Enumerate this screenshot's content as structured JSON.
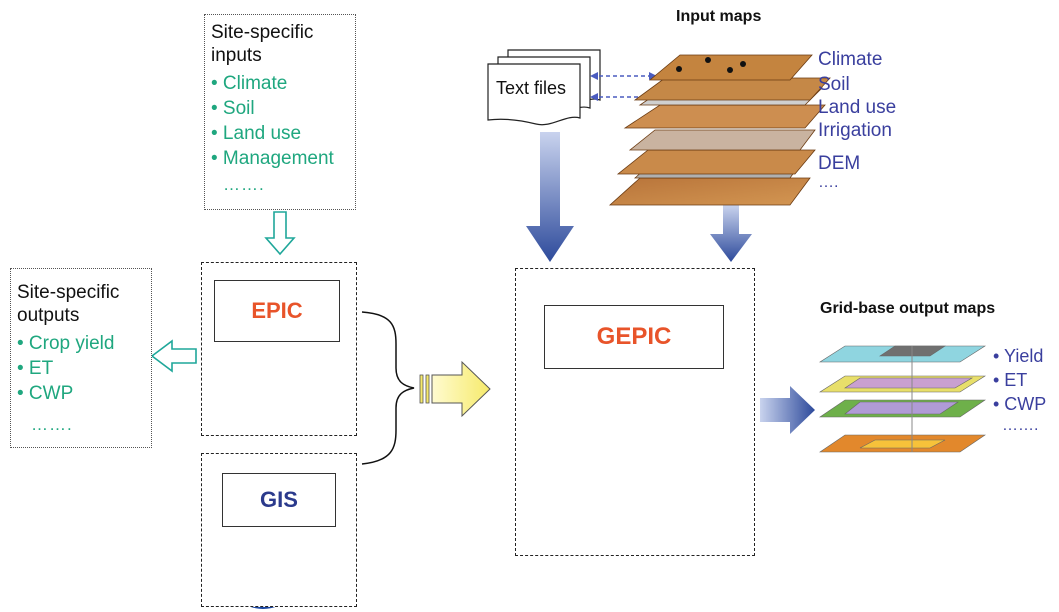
{
  "inputs_box": {
    "title": "Site-specific\ninputs",
    "items": [
      "• Climate",
      "• Soil",
      "• Land use",
      "• Management"
    ],
    "ellipsis": "……."
  },
  "outputs_box": {
    "title": "Site-specific\noutputs",
    "items": [
      "• Crop yield",
      "• ET",
      "• CWP"
    ],
    "ellipsis": "……."
  },
  "models": {
    "epic": "EPIC",
    "gis": "GIS",
    "gepic": "GEPIC"
  },
  "input_maps": {
    "title": "Input maps",
    "text_files": "Text files",
    "layers": [
      "Climate",
      "Soil",
      "Land use",
      "Irrigation",
      "DEM",
      "…."
    ]
  },
  "output_maps": {
    "title": "Grid-base output maps",
    "items": [
      "• Yield",
      "• ET",
      "• CWP"
    ],
    "ellipsis": "……."
  },
  "colors": {
    "green_text": "#1fa77f",
    "blue_text": "#3a3f9e",
    "model_orange": "#e8542a",
    "model_navy": "#2b3a8c",
    "arrow_blue": "#2f4f9f",
    "arrow_yellow": "#fbf49c"
  }
}
